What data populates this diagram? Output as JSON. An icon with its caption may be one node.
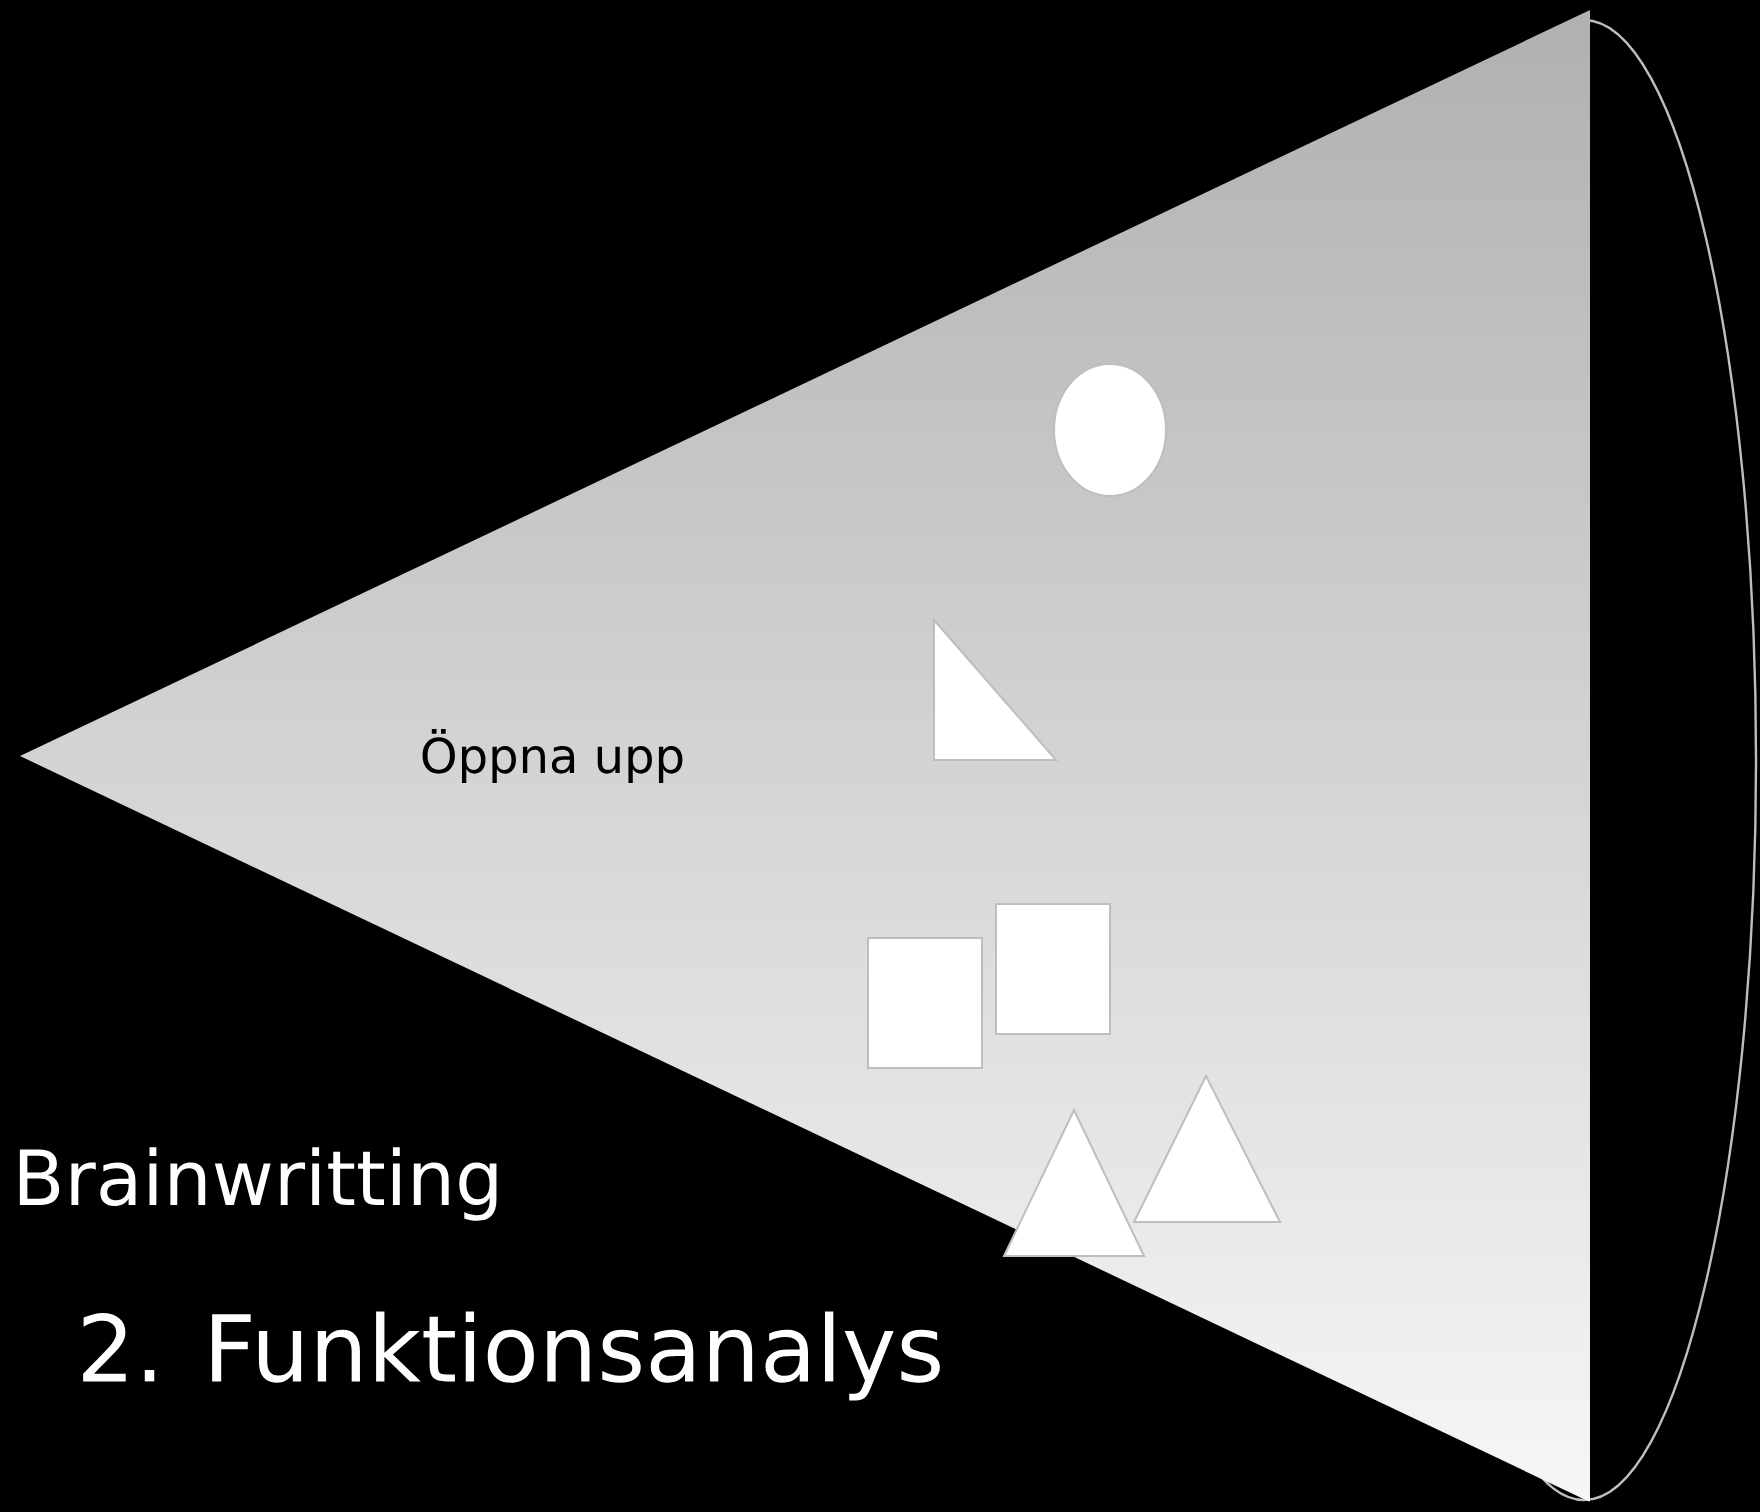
{
  "diagram": {
    "nodes": [
      {
        "text": [
          "Öppna upp"
        ]
      }
    ],
    "labels": [
      "Brainwritting",
      "2. Funktionsanalys"
    ]
  }
}
